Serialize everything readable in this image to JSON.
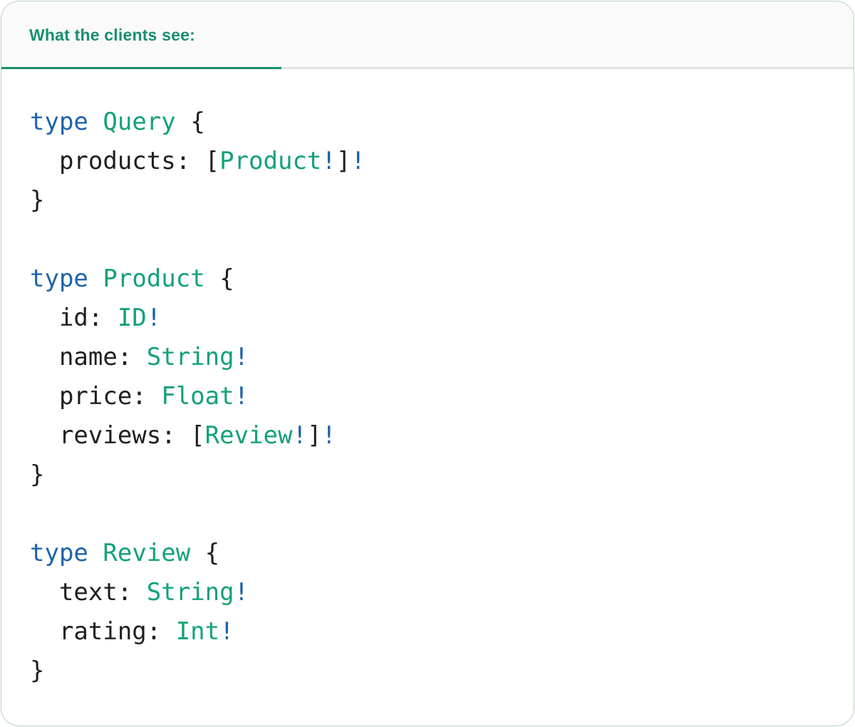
{
  "colors": {
    "accent": "#17906e",
    "code-type": "#12a17b",
    "code-blue": "#1e63ab",
    "code-text": "#1f1f1f",
    "header-bg": "#fafafa",
    "divider": "#e4e4e4",
    "card-border": "#b5d3bf"
  },
  "tab_bar": {
    "active_tab": {
      "label": "What the clients see:"
    }
  },
  "code": {
    "language": "graphql",
    "lines": [
      [
        {
          "x": "type",
          "s": "keyword"
        },
        {
          "x": " ",
          "s": "plain"
        },
        {
          "x": "Query",
          "s": "type"
        },
        {
          "x": " {",
          "s": "plain"
        }
      ],
      [
        {
          "x": "  products: [",
          "s": "plain"
        },
        {
          "x": "Product",
          "s": "type"
        },
        {
          "x": "!",
          "s": "bang"
        },
        {
          "x": "]",
          "s": "plain"
        },
        {
          "x": "!",
          "s": "bang"
        }
      ],
      [
        {
          "x": "}",
          "s": "plain"
        }
      ],
      [],
      [
        {
          "x": "type",
          "s": "keyword"
        },
        {
          "x": " ",
          "s": "plain"
        },
        {
          "x": "Product",
          "s": "type"
        },
        {
          "x": " {",
          "s": "plain"
        }
      ],
      [
        {
          "x": "  id: ",
          "s": "plain"
        },
        {
          "x": "ID",
          "s": "type"
        },
        {
          "x": "!",
          "s": "bang"
        }
      ],
      [
        {
          "x": "  name: ",
          "s": "plain"
        },
        {
          "x": "String",
          "s": "type"
        },
        {
          "x": "!",
          "s": "bang"
        }
      ],
      [
        {
          "x": "  price: ",
          "s": "plain"
        },
        {
          "x": "Float",
          "s": "type"
        },
        {
          "x": "!",
          "s": "bang"
        }
      ],
      [
        {
          "x": "  reviews: [",
          "s": "plain"
        },
        {
          "x": "Review",
          "s": "type"
        },
        {
          "x": "!",
          "s": "bang"
        },
        {
          "x": "]",
          "s": "plain"
        },
        {
          "x": "!",
          "s": "bang"
        }
      ],
      [
        {
          "x": "}",
          "s": "plain"
        }
      ],
      [],
      [
        {
          "x": "type",
          "s": "keyword"
        },
        {
          "x": " ",
          "s": "plain"
        },
        {
          "x": "Review",
          "s": "type"
        },
        {
          "x": " {",
          "s": "plain"
        }
      ],
      [
        {
          "x": "  text: ",
          "s": "plain"
        },
        {
          "x": "String",
          "s": "type"
        },
        {
          "x": "!",
          "s": "bang"
        }
      ],
      [
        {
          "x": "  rating: ",
          "s": "plain"
        },
        {
          "x": "Int",
          "s": "type"
        },
        {
          "x": "!",
          "s": "bang"
        }
      ],
      [
        {
          "x": "}",
          "s": "plain"
        }
      ]
    ]
  }
}
